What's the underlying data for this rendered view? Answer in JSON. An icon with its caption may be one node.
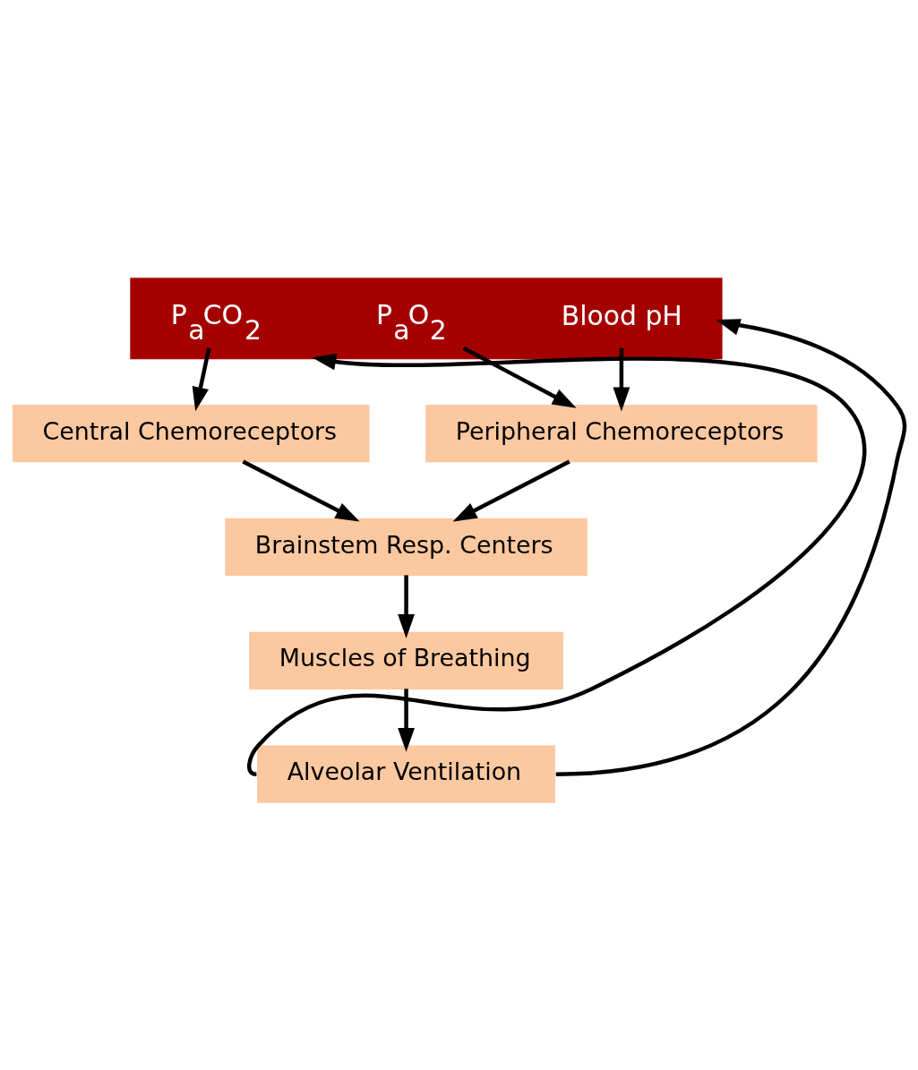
{
  "diagram": {
    "nodes": [
      {
        "text": [],
        "shape": "bar"
      },
      {
        "text": [
          "P$_{a}$CO$_{2}$"
        ],
        "in": 0
      },
      {
        "text": [
          "P$_{a}$O$_{2}$"
        ],
        "in": 0
      },
      {
        "text": [
          "Blood pH"
        ],
        "in": 0
      },
      {
        "text": [
          "Central Chemoreceptors"
        ]
      },
      {
        "text": [
          "Peripheral Chemoreceptors"
        ]
      },
      {
        "text": [
          "Brainstem Resp. Centers"
        ]
      },
      {
        "text": [
          "Muscles of Breathing"
        ]
      },
      {
        "text": [
          "Alveolar Ventilation"
        ]
      }
    ],
    "edges": [
      {
        "from": 1,
        "to": 4,
        "arrow": "to"
      },
      {
        "from": 2,
        "to": 5,
        "arrow": "to"
      },
      {
        "from": 3,
        "to": 5,
        "arrow": "to"
      },
      {
        "from": 4,
        "to": 6,
        "arrow": "to"
      },
      {
        "from": 5,
        "to": 6,
        "arrow": "to"
      },
      {
        "from": 6,
        "to": 7,
        "arrow": "to"
      },
      {
        "from": 7,
        "to": 8,
        "arrow": "to"
      },
      {
        "from": 8,
        "to": 0,
        "arrow": "to"
      },
      {
        "from": 8,
        "to": 0,
        "arrow": "to"
      }
    ]
  }
}
